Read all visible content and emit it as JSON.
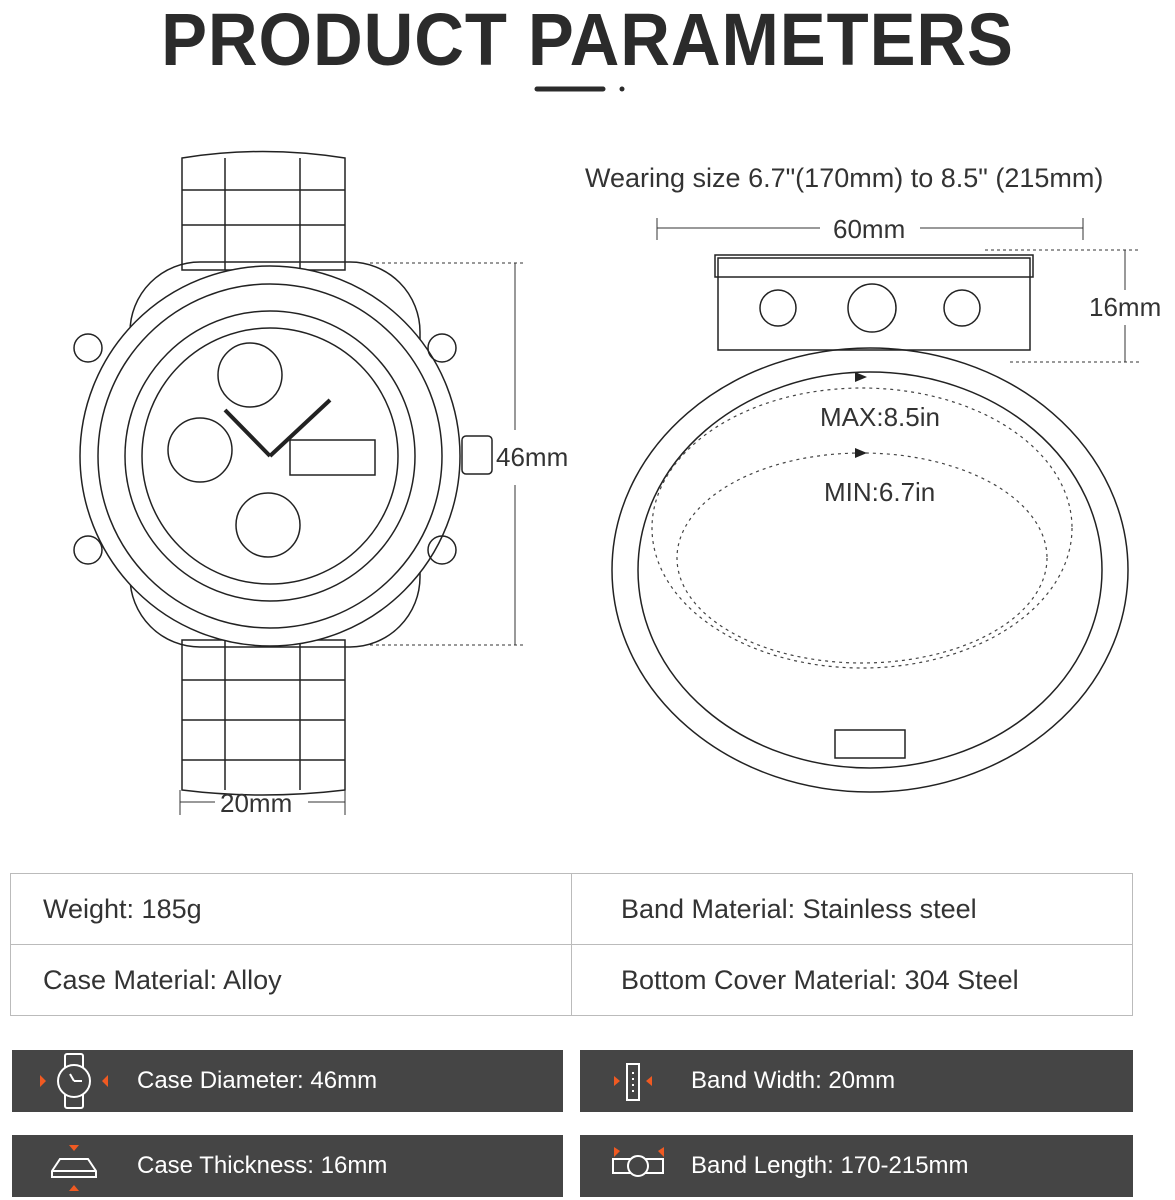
{
  "title": "PRODUCT PARAMETERS",
  "left_watch": {
    "diameter_label": "46mm",
    "band_width_label": "20mm"
  },
  "right_watch": {
    "wearing_size": "Wearing size 6.7\"(170mm) to 8.5\" (215mm)",
    "width_label": "60mm",
    "thickness_label": "16mm",
    "max_label": "MAX:8.5in",
    "min_label": "MIN:6.7in"
  },
  "spec_table": [
    [
      "Weight: 185g",
      "Band Material: Stainless steel"
    ],
    [
      "Case Material: Alloy",
      "Bottom Cover Material: 304 Steel"
    ]
  ],
  "feature_bars": [
    {
      "icon": "case-diameter-icon",
      "label": "Case Diameter: 46mm"
    },
    {
      "icon": "band-width-icon",
      "label": "Band Width: 20mm"
    },
    {
      "icon": "case-thickness-icon",
      "label": "Case Thickness: 16mm"
    },
    {
      "icon": "band-length-icon",
      "label": "Band Length: 170-215mm"
    }
  ],
  "colors": {
    "bar_bg": "#454545",
    "accent": "#f05a22",
    "text": "#2b2b2b"
  }
}
